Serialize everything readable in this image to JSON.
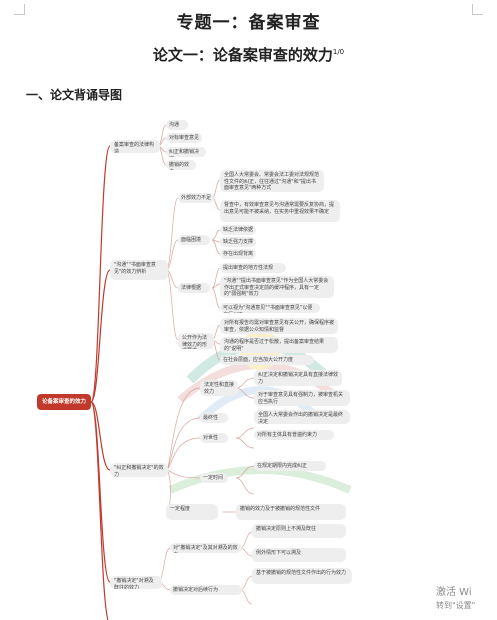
{
  "title": "专题一：备案审查",
  "subtitle": "论文一：论备案审查的效力",
  "subtitle_sup": "1/0",
  "section": "一、论文背诵导图",
  "root": "论备案审查的效力",
  "branches": [
    {
      "label": "备案审查的法律构造",
      "children": [
        "沟通",
        "对标审查意见",
        "纠正和撤销决定",
        "撤销的效力"
      ]
    },
    {
      "label": "\"沟通\"\"书面审查意见\"的效力辨析",
      "children": [
        {
          "label": "外部效力不足",
          "notes": [
            "全国人大常委会、常委会法工委对法规规范性文件的纠正，往往通过\"沟通\"和\"提出书面审查意见\"两种方式",
            "督查中，有效审查意见与沟通常需要反复协商，提出意见可能不被采纳，在实务中重视效果不确定"
          ]
        },
        {
          "label": "面临困境",
          "notes": [
            "缺乏法律依据",
            "缺乏强力支撑",
            "存在出现背离"
          ]
        },
        {
          "label": "法律根据",
          "notes": [
            "提出审查的地方性法规",
            "\"沟通\"\"提出书面审查意见\"作为全国人大常委会作出正式审查决定前的缓冲程序，具有一定的\"弱强制\"效力",
            "可以视为\"沟通意见\"\"书面审查意见\"以便自行纠正"
          ]
        },
        {
          "label": "公开作为法律效力的形式要求",
          "notes": [
            "对所有报告均需对审查意见有关公开，确保程序被审查，依据公众知情和监督",
            "沟通的程序是否过于松散，提出备案审查结果的\"说明\"",
            "在社会层面，应当加大公开力度"
          ]
        }
      ]
    },
    {
      "label": "\"纠正和撤销决定\"的效力",
      "children": [
        {
          "label": "法定性和直接效力",
          "notes": [
            "纠正决定和撤销决定具有直接法律效力",
            "对于审查意见具有强制力，被审查机关应当执行"
          ]
        },
        {
          "label": "最终性",
          "notes": [
            "全国人大常委会作出的撤销决定是最终决定"
          ]
        },
        {
          "label": "对世性",
          "notes": [
            "对所有主体具有普遍约束力"
          ]
        },
        {
          "label": "一定时间",
          "notes": [
            "在规定期限内完成纠正"
          ]
        },
        {
          "label": "一定程度",
          "notes": [
            "撤销的效力及于被撤销的规范性文件"
          ]
        }
      ]
    },
    {
      "label": "\"撤销决定\"对溯及既往的效力",
      "children": [
        {
          "label": "对\"撤销决定\"及其对溯及的效力",
          "notes": [
            "撤销决定原则上不溯及既往",
            "例外情形下可以溯及"
          ]
        },
        {
          "label": "撤销决定对后续行为",
          "notes": [
            "基于被撤销的规范性文件作出的行为效力"
          ]
        }
      ]
    }
  ],
  "system_watermark": {
    "line1": "激活 Wi",
    "line2": "转到\"设置\""
  }
}
